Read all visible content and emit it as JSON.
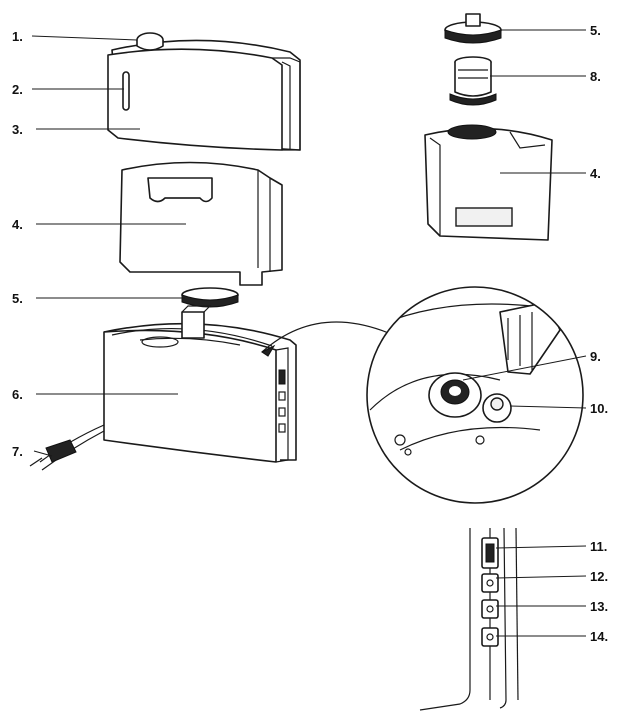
{
  "callouts": {
    "c1": "1.",
    "c2": "2.",
    "c3": "3.",
    "c4_left": "4.",
    "c5_left": "5.",
    "c6": "6.",
    "c7": "7.",
    "c5_right": "5.",
    "c8": "8.",
    "c4_right": "4.",
    "c9": "9.",
    "c10": "10.",
    "c11": "11.",
    "c12": "12.",
    "c13": "13.",
    "c14": "14."
  },
  "colors": {
    "line": "#1a1a1a",
    "fill": "#ffffff",
    "shade": "#f1f1f1"
  }
}
